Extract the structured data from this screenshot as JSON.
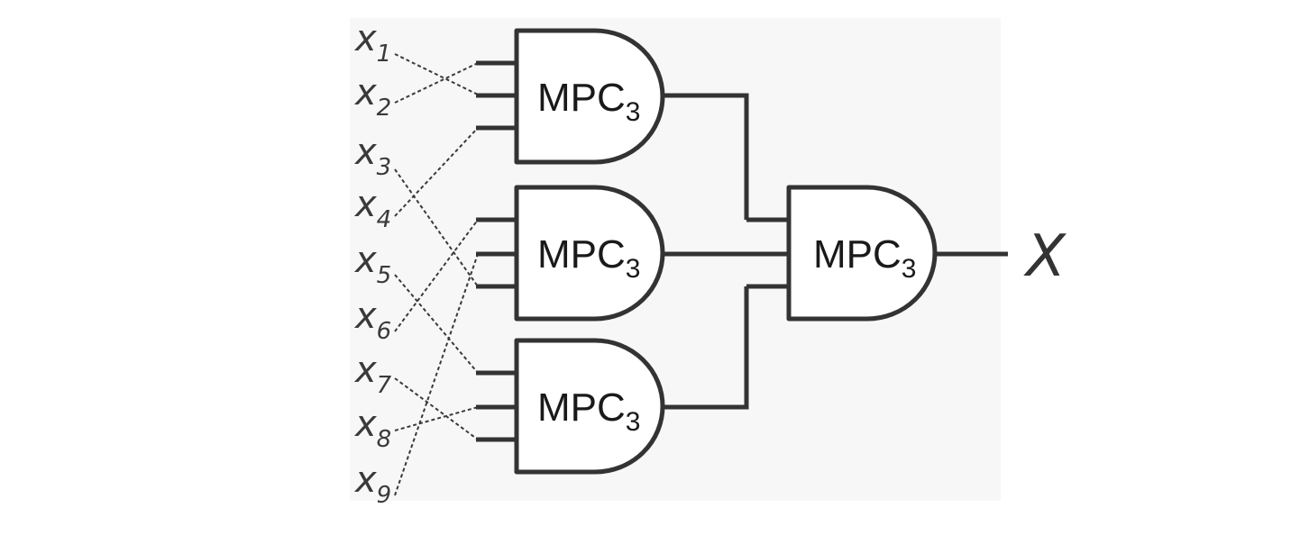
{
  "gate_label": {
    "main": "MPC",
    "subscript": "3"
  },
  "inputs": [
    {
      "base": "x",
      "index": "1"
    },
    {
      "base": "x",
      "index": "2"
    },
    {
      "base": "x",
      "index": "3"
    },
    {
      "base": "x",
      "index": "4"
    },
    {
      "base": "x",
      "index": "5"
    },
    {
      "base": "x",
      "index": "6"
    },
    {
      "base": "x",
      "index": "7"
    },
    {
      "base": "x",
      "index": "8"
    },
    {
      "base": "x",
      "index": "9"
    }
  ],
  "output": {
    "label": "X"
  }
}
